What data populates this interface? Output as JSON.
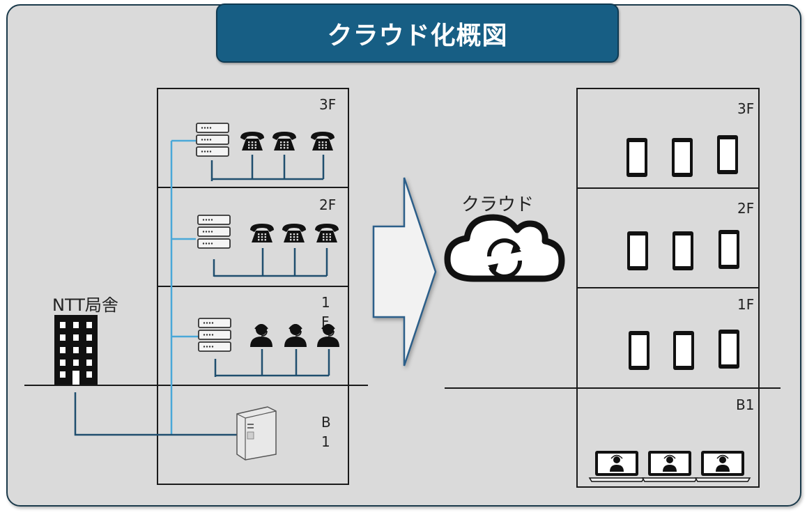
{
  "title": "クラウド化概図",
  "left_building": {
    "floors": [
      "3F",
      "2F",
      "1",
      "F",
      "B",
      "1"
    ]
  },
  "ntt_label": "NTT局舎",
  "cloud_label": "クラウド",
  "right_building": {
    "floors": [
      "3F",
      "2F",
      "1F",
      "B1"
    ]
  },
  "colors": {
    "title_bg": "#175e84",
    "frame_bg": "#dadada",
    "line_dark": "#1f4e6e",
    "line_light": "#4aa8d8"
  },
  "icons": [
    "server-rack-icon",
    "telephone-icon",
    "operator-headset-icon",
    "office-building-icon",
    "tower-server-icon",
    "cloud-sync-icon",
    "smartphone-icon",
    "laptop-operator-icon"
  ]
}
